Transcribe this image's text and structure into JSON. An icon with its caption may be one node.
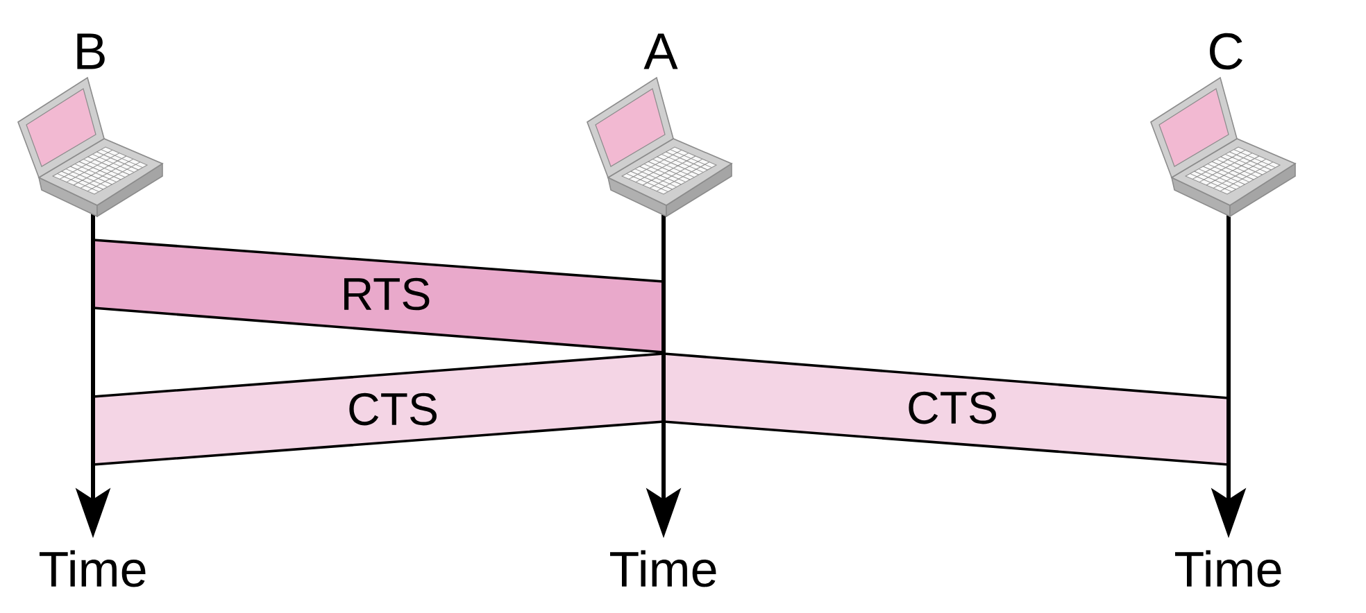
{
  "diagram": {
    "nodes": [
      {
        "text": [
          "B"
        ]
      },
      {
        "text": [
          "A"
        ]
      },
      {
        "text": [
          "C"
        ]
      },
      {
        "text": [
          "RTS"
        ]
      },
      {
        "text": [
          "CTS"
        ]
      },
      {
        "text": [
          "CTS"
        ]
      }
    ],
    "labels": [
      "Time",
      "Time",
      "Time"
    ]
  }
}
